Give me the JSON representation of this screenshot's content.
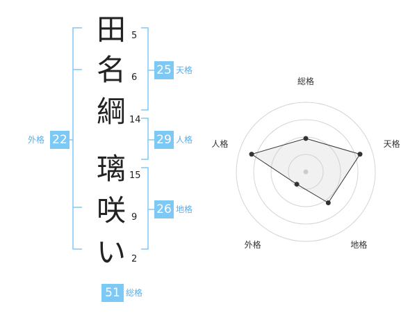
{
  "name_chars": [
    {
      "char": "田",
      "strokes": "5"
    },
    {
      "char": "名",
      "strokes": "6"
    },
    {
      "char": "綱",
      "strokes": "14"
    },
    {
      "char": "璃",
      "strokes": "15"
    },
    {
      "char": "咲",
      "strokes": "9"
    },
    {
      "char": "い",
      "strokes": "2"
    }
  ],
  "kaku": {
    "ten": {
      "value": "25",
      "label": "天格"
    },
    "jin": {
      "value": "29",
      "label": "人格"
    },
    "chi": {
      "value": "26",
      "label": "地格"
    },
    "gai": {
      "value": "22",
      "label": "外格"
    },
    "sou": {
      "value": "51",
      "label": "総格"
    }
  },
  "radar": {
    "axes": [
      "総格",
      "天格",
      "地格",
      "外格",
      "人格"
    ],
    "values": [
      0.48,
      0.82,
      0.55,
      0.22,
      0.82
    ],
    "levels": 4
  },
  "colors": {
    "accent": "#7dc9f5",
    "bracket": "#7dc9f5",
    "label": "#5aaee8"
  }
}
